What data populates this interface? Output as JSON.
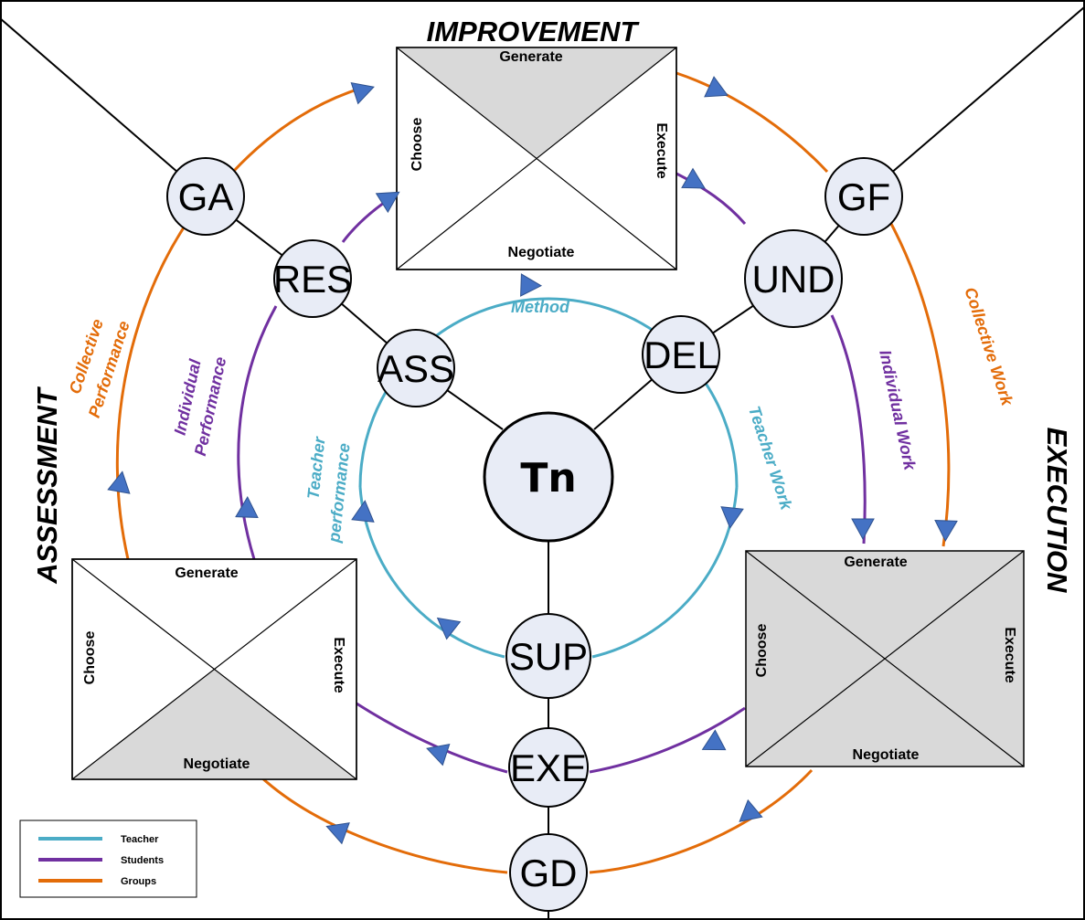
{
  "titles": {
    "top": "IMPROVEMENT",
    "left": "ASSESSMENT",
    "right": "EXECUTION"
  },
  "colors": {
    "teacher": "#4bacc6",
    "students": "#7030a0",
    "groups": "#e36c09",
    "node_fill": "#e8ecf6",
    "box_shade": "#d9d9d9",
    "arrow": "#4472c4"
  },
  "center": {
    "label": "Tn"
  },
  "nodes": {
    "ga": "GA",
    "gf": "GF",
    "res": "RES",
    "und": "UND",
    "ass": "ASS",
    "del": "DEL",
    "sup": "SUP",
    "exe": "EXE",
    "gd": "GD"
  },
  "boxes": {
    "top": {
      "generate": "Generate",
      "choose": "Choose",
      "execute": "Execute",
      "negotiate": "Negotiate"
    },
    "left": {
      "generate": "Generate",
      "choose": "Choose",
      "execute": "Execute",
      "negotiate": "Negotiate"
    },
    "right": {
      "generate": "Generate",
      "choose": "Choose",
      "execute": "Execute",
      "negotiate": "Negotiate"
    }
  },
  "curve_labels": {
    "method": "Method",
    "teacher_work": "Teacher Work",
    "teacher_performance_1": "Teacher",
    "teacher_performance_2": "performance",
    "individual_work": "Individual Work",
    "individual_performance_1": "Individual",
    "individual_performance_2": "Performance",
    "collective_work": "Collective Work",
    "collective_performance_1": "Collective",
    "collective_performance_2": "Performance"
  },
  "legend": [
    {
      "label": "Teacher",
      "color": "#4bacc6"
    },
    {
      "label": "Students",
      "color": "#7030a0"
    },
    {
      "label": "Groups",
      "color": "#e36c09"
    }
  ]
}
